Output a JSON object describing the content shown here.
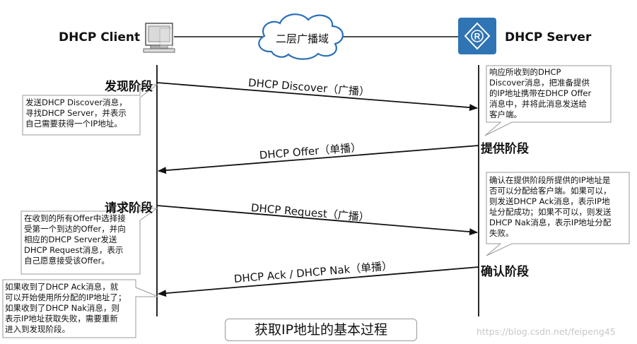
{
  "client": {
    "label": "DHCP Client"
  },
  "server": {
    "label": "DHCP Server"
  },
  "cloud": {
    "label": "二层广播域"
  },
  "phases": {
    "discover": "发现阶段",
    "offer": "提供阶段",
    "request": "请求阶段",
    "ack": "确认阶段"
  },
  "messages": {
    "discover": "DHCP Discover（广播）",
    "offer": "DHCP Offer（单播）",
    "request": "DHCP Request（广播）",
    "ack": "DHCP Ack / DHCP Nak（单播）"
  },
  "notes": {
    "discover_client": "发送DHCP Discover消息，\n寻找DHCP Server，并表示\n自己需要获得一个IP地址。",
    "discover_server": "响应所收到的DHCP\nDiscover消息，把准备提供\n的IP地址携带在DHCP Offer\n消息中，并将此消息发送给\n客户端。",
    "request_server": "确认在提供阶段所提供的IP地址是\n否可以分配给客户端。如果可以，\n则发送DHCP Ack消息，表示IP地\n址分配成功；如果不可以，则发送\nDHCP Nak消息，表示IP地址分配\n失败。",
    "request_client": "在收到的所有Offer中选择接\n受第一个到达的Offer，并向\n相应的DHCP Server发送\nDHCP Request消息，表示\n自己愿意接受该Offer。",
    "ack_client": "如果收到了DHCP Ack消息，就\n可以开始使用所分配的IP地址了；\n如果收到了DHCP Nak消息，则\n表示IP地址获取失败，需要重新\n进入到发现阶段。"
  },
  "footer": {
    "caption": "获取IP地址的基本过程"
  },
  "watermark": "https://blog.csdn.net/feipeng45",
  "colors": {
    "router": "#2f74b5",
    "line": "#111111",
    "note_border": "#9a9a9a",
    "cloud_border": "#2b6fb6"
  },
  "icons": {
    "client": "computer-icon",
    "server": "router-icon",
    "cloud": "cloud-icon"
  }
}
